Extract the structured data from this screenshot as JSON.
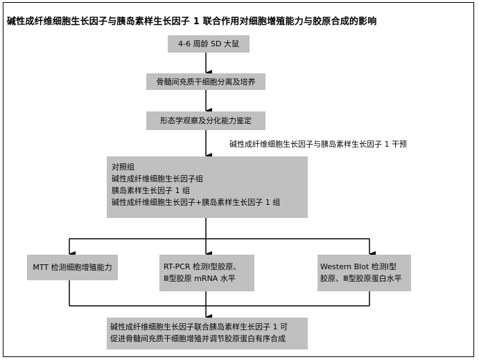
{
  "title": "碱性成纤维细胞生长因子与胰岛素样生长因子 1 联合作用对细胞增殖能力与胶原合成的影响",
  "nodes": {
    "rats": "4-6 周龄 SD 大鼠",
    "isolation": "骨髓间充质干细胞分离及培养",
    "identification": "形态学观察及分化能力鉴定",
    "intervention_label": "碱性成纤维细胞生长因子与胰岛素样生长因子 1 干预",
    "groups": [
      "对照组",
      "碱性成纤维细胞生长因子组",
      "胰岛素样生长因子 1 组",
      "碱性成纤维细胞生长因子+胰岛素样生长因子 1 组"
    ],
    "mtt": "MTT 检测细胞增殖能力",
    "rtpcr": [
      "RT-PCR 检测Ⅰ型胶原、",
      "Ⅲ型胶原 mRNA 水平"
    ],
    "western": [
      "Western Blot 检测Ⅰ型",
      "胶原、Ⅲ型胶原蛋白水平"
    ],
    "conclusion": [
      "碱性成纤维细胞生长因子联合胰岛素样生长因子 1 可",
      "促进骨髓间充质干细胞增殖并调节胶原蛋白有序合成"
    ]
  },
  "colors": {
    "box_fill": "#c0c0c0",
    "line": "#000000",
    "background": "#ffffff"
  }
}
